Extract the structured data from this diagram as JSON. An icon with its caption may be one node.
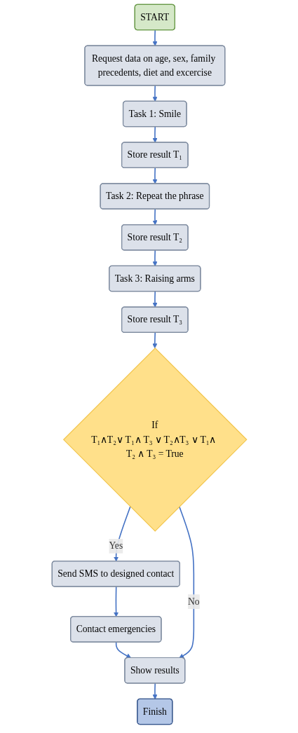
{
  "diagram": {
    "nodes": [
      {
        "text": [
          "START"
        ]
      },
      {
        "text": [
          "Request data on age, sex, family precedents, diet and excercise"
        ]
      },
      {
        "text": [
          "Task 1: Smile"
        ]
      },
      {
        "text": [
          "Store result T₁"
        ]
      },
      {
        "text": [
          "Task 2: Repeat the phrase"
        ]
      },
      {
        "text": [
          "Store result T₂"
        ]
      },
      {
        "text": [
          "Task 3: Raising arms"
        ]
      },
      {
        "text": [
          "Store result T₃"
        ]
      },
      {
        "text": [
          "If",
          "T₁∧T₂∨ T₁∧ T₃ ∨ T₂∧T₃ ∨ T₁∧ T₂ ∧ T₃ = True"
        ]
      },
      {
        "text": [
          "Send SMS to designed contact"
        ]
      },
      {
        "text": [
          "Contact emergencies"
        ]
      },
      {
        "text": [
          "Show results"
        ]
      },
      {
        "text": [
          "Finish"
        ]
      }
    ],
    "edges": [
      {
        "from": 0,
        "to": 1,
        "arrow": "to"
      },
      {
        "from": 1,
        "to": 2,
        "arrow": "to"
      },
      {
        "from": 2,
        "to": 3,
        "arrow": "to"
      },
      {
        "from": 3,
        "to": 4,
        "arrow": "to"
      },
      {
        "from": 4,
        "to": 5,
        "arrow": "to"
      },
      {
        "from": 5,
        "to": 6,
        "arrow": "to"
      },
      {
        "from": 6,
        "to": 7,
        "arrow": "to"
      },
      {
        "from": 7,
        "to": 8,
        "arrow": "to"
      },
      {
        "from": 8,
        "to": 9,
        "arrow": "to",
        "label": "Yes"
      },
      {
        "from": 9,
        "to": 10,
        "arrow": "to"
      },
      {
        "from": 10,
        "to": 11,
        "arrow": "to"
      },
      {
        "from": 11,
        "to": 12,
        "arrow": "to"
      },
      {
        "from": 8,
        "to": 11,
        "arrow": "to",
        "label": "No"
      }
    ]
  }
}
